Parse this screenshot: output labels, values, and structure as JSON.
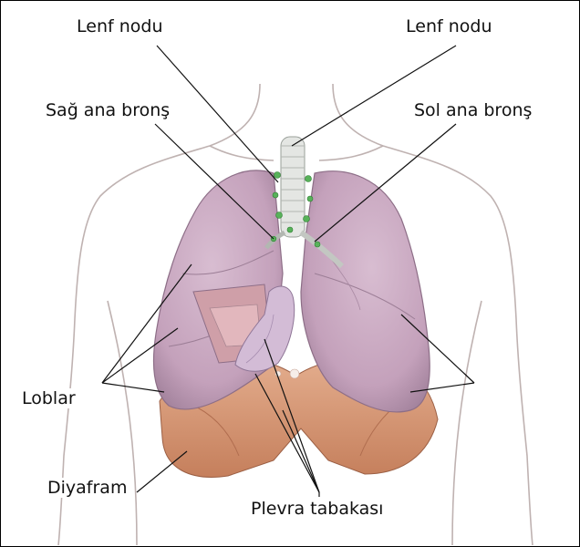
{
  "labels": {
    "lymph_node_left": "Lenf nodu",
    "lymph_node_right": "Lenf nodu",
    "right_main_bronchus": "Sağ ana bronş",
    "left_main_bronchus": "Sol ana bronş",
    "lobes": "Loblar",
    "diaphragm": "Diyafram",
    "pleura": "Plevra tabakası"
  },
  "colors": {
    "lung": "#c9a7c0",
    "lung_shadow": "#a98aa3",
    "diaphragm": "#d79a7a",
    "trachea": "#dfe3e0",
    "lymph_node": "#4caf50",
    "body_outline": "#b8a9a8",
    "leader_line": "#111111"
  }
}
